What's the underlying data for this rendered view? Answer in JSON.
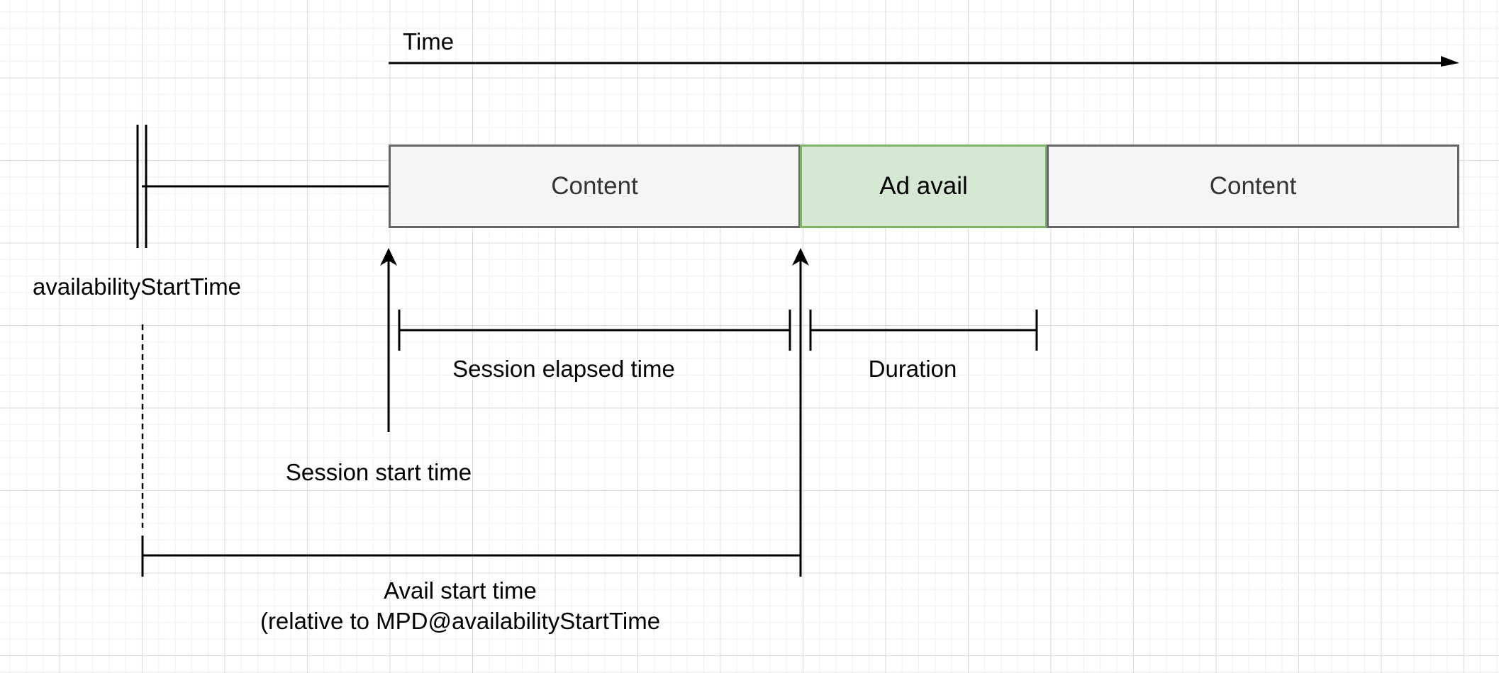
{
  "timeline": {
    "axis_label": "Time"
  },
  "segments": [
    {
      "label": "Content",
      "kind": "content"
    },
    {
      "label": "Ad avail",
      "kind": "ad"
    },
    {
      "label": "Content",
      "kind": "content"
    }
  ],
  "labels": {
    "availability_start": "availabilityStartTime",
    "session_elapsed": "Session elapsed time",
    "duration": "Duration",
    "session_start": "Session start time",
    "avail_start_line1": "Avail start time",
    "avail_start_line2": "(relative to MPD@availabilityStartTime"
  },
  "colors": {
    "content_fill": "#f5f5f5",
    "content_stroke": "#666666",
    "ad_fill": "#d5e8d4",
    "ad_stroke": "#82b366"
  }
}
